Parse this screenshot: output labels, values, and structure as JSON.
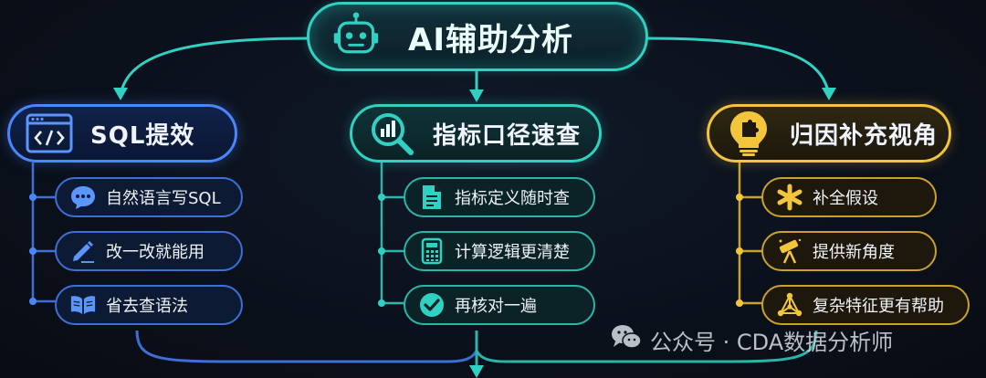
{
  "root": {
    "title": "AI辅助分析",
    "icon": "robot-icon"
  },
  "columns": [
    {
      "title": "SQL提效",
      "icon": "code-window-icon",
      "accent": "#4a86ff",
      "items": [
        {
          "label": "自然语言写SQL",
          "icon": "chat-bubble-icon"
        },
        {
          "label": "改一改就能用",
          "icon": "pencil-icon"
        },
        {
          "label": "省去查语法",
          "icon": "book-icon"
        }
      ]
    },
    {
      "title": "指标口径速查",
      "icon": "magnifier-chart-icon",
      "accent": "#2fd2c2",
      "items": [
        {
          "label": "指标定义随时查",
          "icon": "document-icon"
        },
        {
          "label": "计算逻辑更清楚",
          "icon": "calculator-icon"
        },
        {
          "label": "再核对一遍",
          "icon": "check-circle-icon"
        }
      ]
    },
    {
      "title": "归因补充视角",
      "icon": "lightbulb-puzzle-icon",
      "accent": "#f2c53a",
      "items": [
        {
          "label": "补全假设",
          "icon": "asterisk-icon"
        },
        {
          "label": "提供新角度",
          "icon": "telescope-icon"
        },
        {
          "label": "复杂特征更有帮助",
          "icon": "network-icon"
        }
      ]
    }
  ],
  "watermark": {
    "text": "公众号 · CDA数据分析师",
    "icon": "wechat-icon"
  }
}
